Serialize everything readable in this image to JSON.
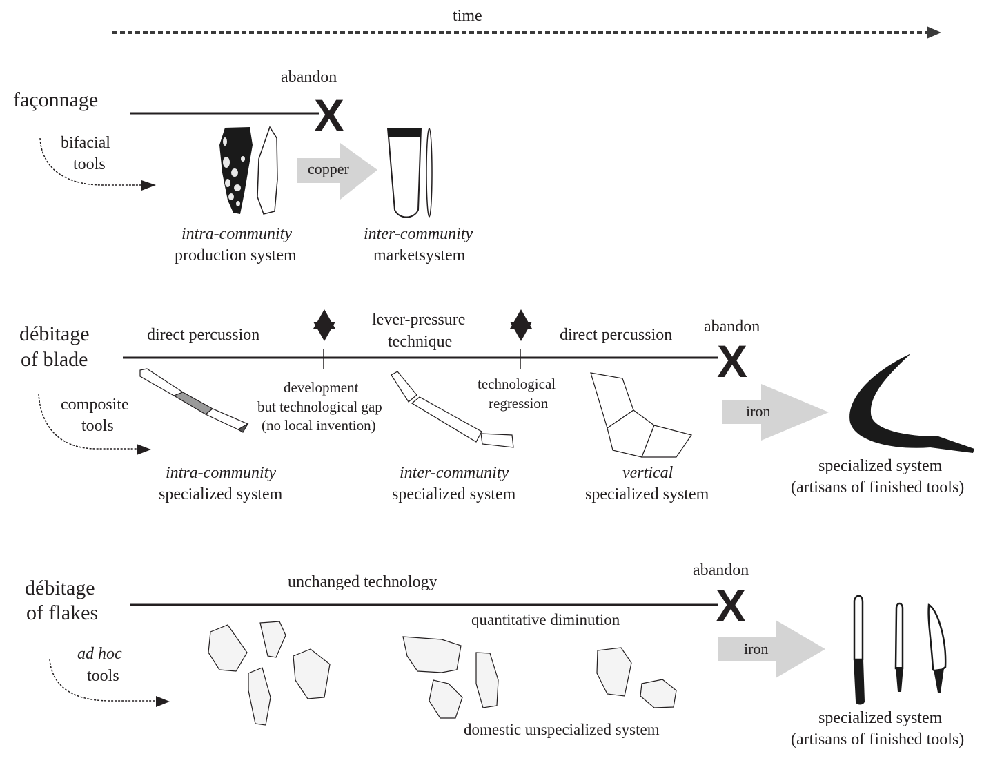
{
  "time_axis": {
    "label": "time"
  },
  "rows": [
    {
      "id": "faconnage",
      "title_lines": [
        "façonnage"
      ],
      "tool_type_lines": [
        "bifacial",
        "tools"
      ],
      "abandon_label": "abandon",
      "abandon_symbol": "X",
      "transition_arrow_label": "copper",
      "stages": [
        {
          "italic": "intra-community",
          "normal": "production system",
          "artifact": "flint-axe-icon"
        },
        {
          "italic": "inter-community",
          "normal": "marketsystem",
          "artifact": "copper-axe-icon"
        }
      ]
    },
    {
      "id": "debitage-blade",
      "title_lines": [
        "débitage",
        "of blade"
      ],
      "tool_type_lines": [
        "composite",
        "tools"
      ],
      "timeline_labels": [
        {
          "lines": [
            "direct percussion"
          ]
        },
        {
          "lines": [
            "lever-pressure",
            "technique"
          ]
        },
        {
          "lines": [
            "direct percussion"
          ]
        }
      ],
      "events": [
        {
          "symbol": "star-of-david-icon",
          "lines": [
            "development",
            "but technological gap",
            "(no local invention)"
          ]
        },
        {
          "symbol": "star-of-david-icon",
          "lines": [
            "technological",
            "regression"
          ]
        }
      ],
      "abandon_label": "abandon",
      "abandon_symbol": "X",
      "transition_arrow_label": "iron",
      "stages": [
        {
          "italic": "intra-community",
          "normal": "specialized system",
          "artifact": "blade-segments-icon"
        },
        {
          "italic": "inter-community",
          "normal": "specialized system",
          "artifact": "pressure-blades-icon"
        },
        {
          "italic": "vertical",
          "normal": "specialized system",
          "artifact": "sickle-inserts-icon"
        }
      ],
      "outcome": {
        "lines": [
          "specialized system",
          "(artisans of finished tools)"
        ],
        "artifact": "iron-sickle-icon"
      }
    },
    {
      "id": "debitage-flakes",
      "title_lines": [
        "débitage",
        "of flakes"
      ],
      "tool_type_lines": [
        "ad hoc",
        "tools"
      ],
      "timeline_labels": [
        {
          "lines": [
            "unchanged technology"
          ]
        }
      ],
      "notes": [
        "quantitative diminution",
        "domestic unspecialized system"
      ],
      "abandon_label": "abandon",
      "abandon_symbol": "X",
      "transition_arrow_label": "iron",
      "outcome": {
        "lines": [
          "specialized system",
          "(artisans of finished tools)"
        ],
        "artifact": "iron-knives-icon"
      }
    }
  ],
  "colors": {
    "ink": "#231f20",
    "arrow_fill": "#d4d4d4",
    "dash": "#3a3a3a"
  }
}
